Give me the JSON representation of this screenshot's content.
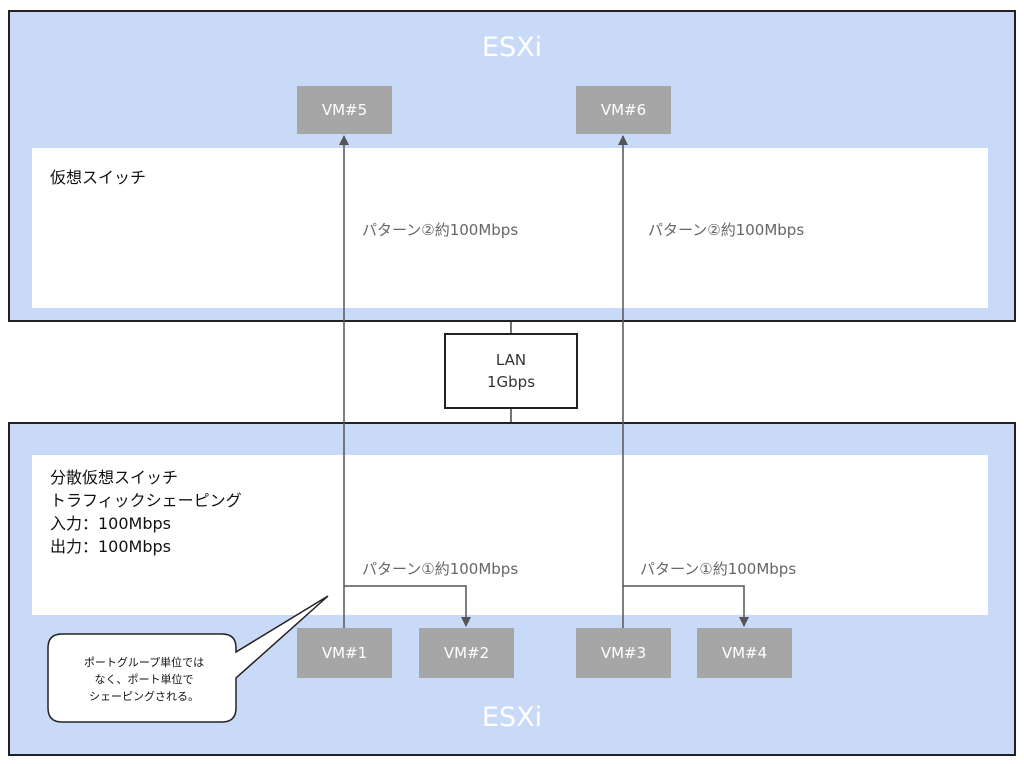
{
  "hosts": {
    "top_label": "ESXi",
    "bottom_label": "ESXi"
  },
  "top_panel": {
    "label": "仮想スイッチ"
  },
  "bottom_panel": {
    "lines": [
      "分散仮想スイッチ",
      "トラフィックシェーピング",
      "入力：100Mbps",
      "出力：100Mbps"
    ]
  },
  "lan": {
    "line1": "LAN",
    "line2": "1Gbps"
  },
  "vms": {
    "vm5": "VM#5",
    "vm6": "VM#6",
    "vm1": "VM#1",
    "vm2": "VM#2",
    "vm3": "VM#3",
    "vm4": "VM#4"
  },
  "patterns": {
    "p2_left": "パターン②約100Mbps",
    "p2_right": "パターン②約100Mbps",
    "p1_left": "パターン①約100Mbps",
    "p1_right": "パターン①約100Mbps"
  },
  "callout": {
    "lines": [
      "ポートグループ単位では",
      "なく、ポート単位で",
      "シェーピングされる。"
    ]
  },
  "colors": {
    "host_fill": "#c9daf8",
    "vm_fill": "#a6a6a6",
    "arrow": "#555555",
    "border": "#222222"
  }
}
